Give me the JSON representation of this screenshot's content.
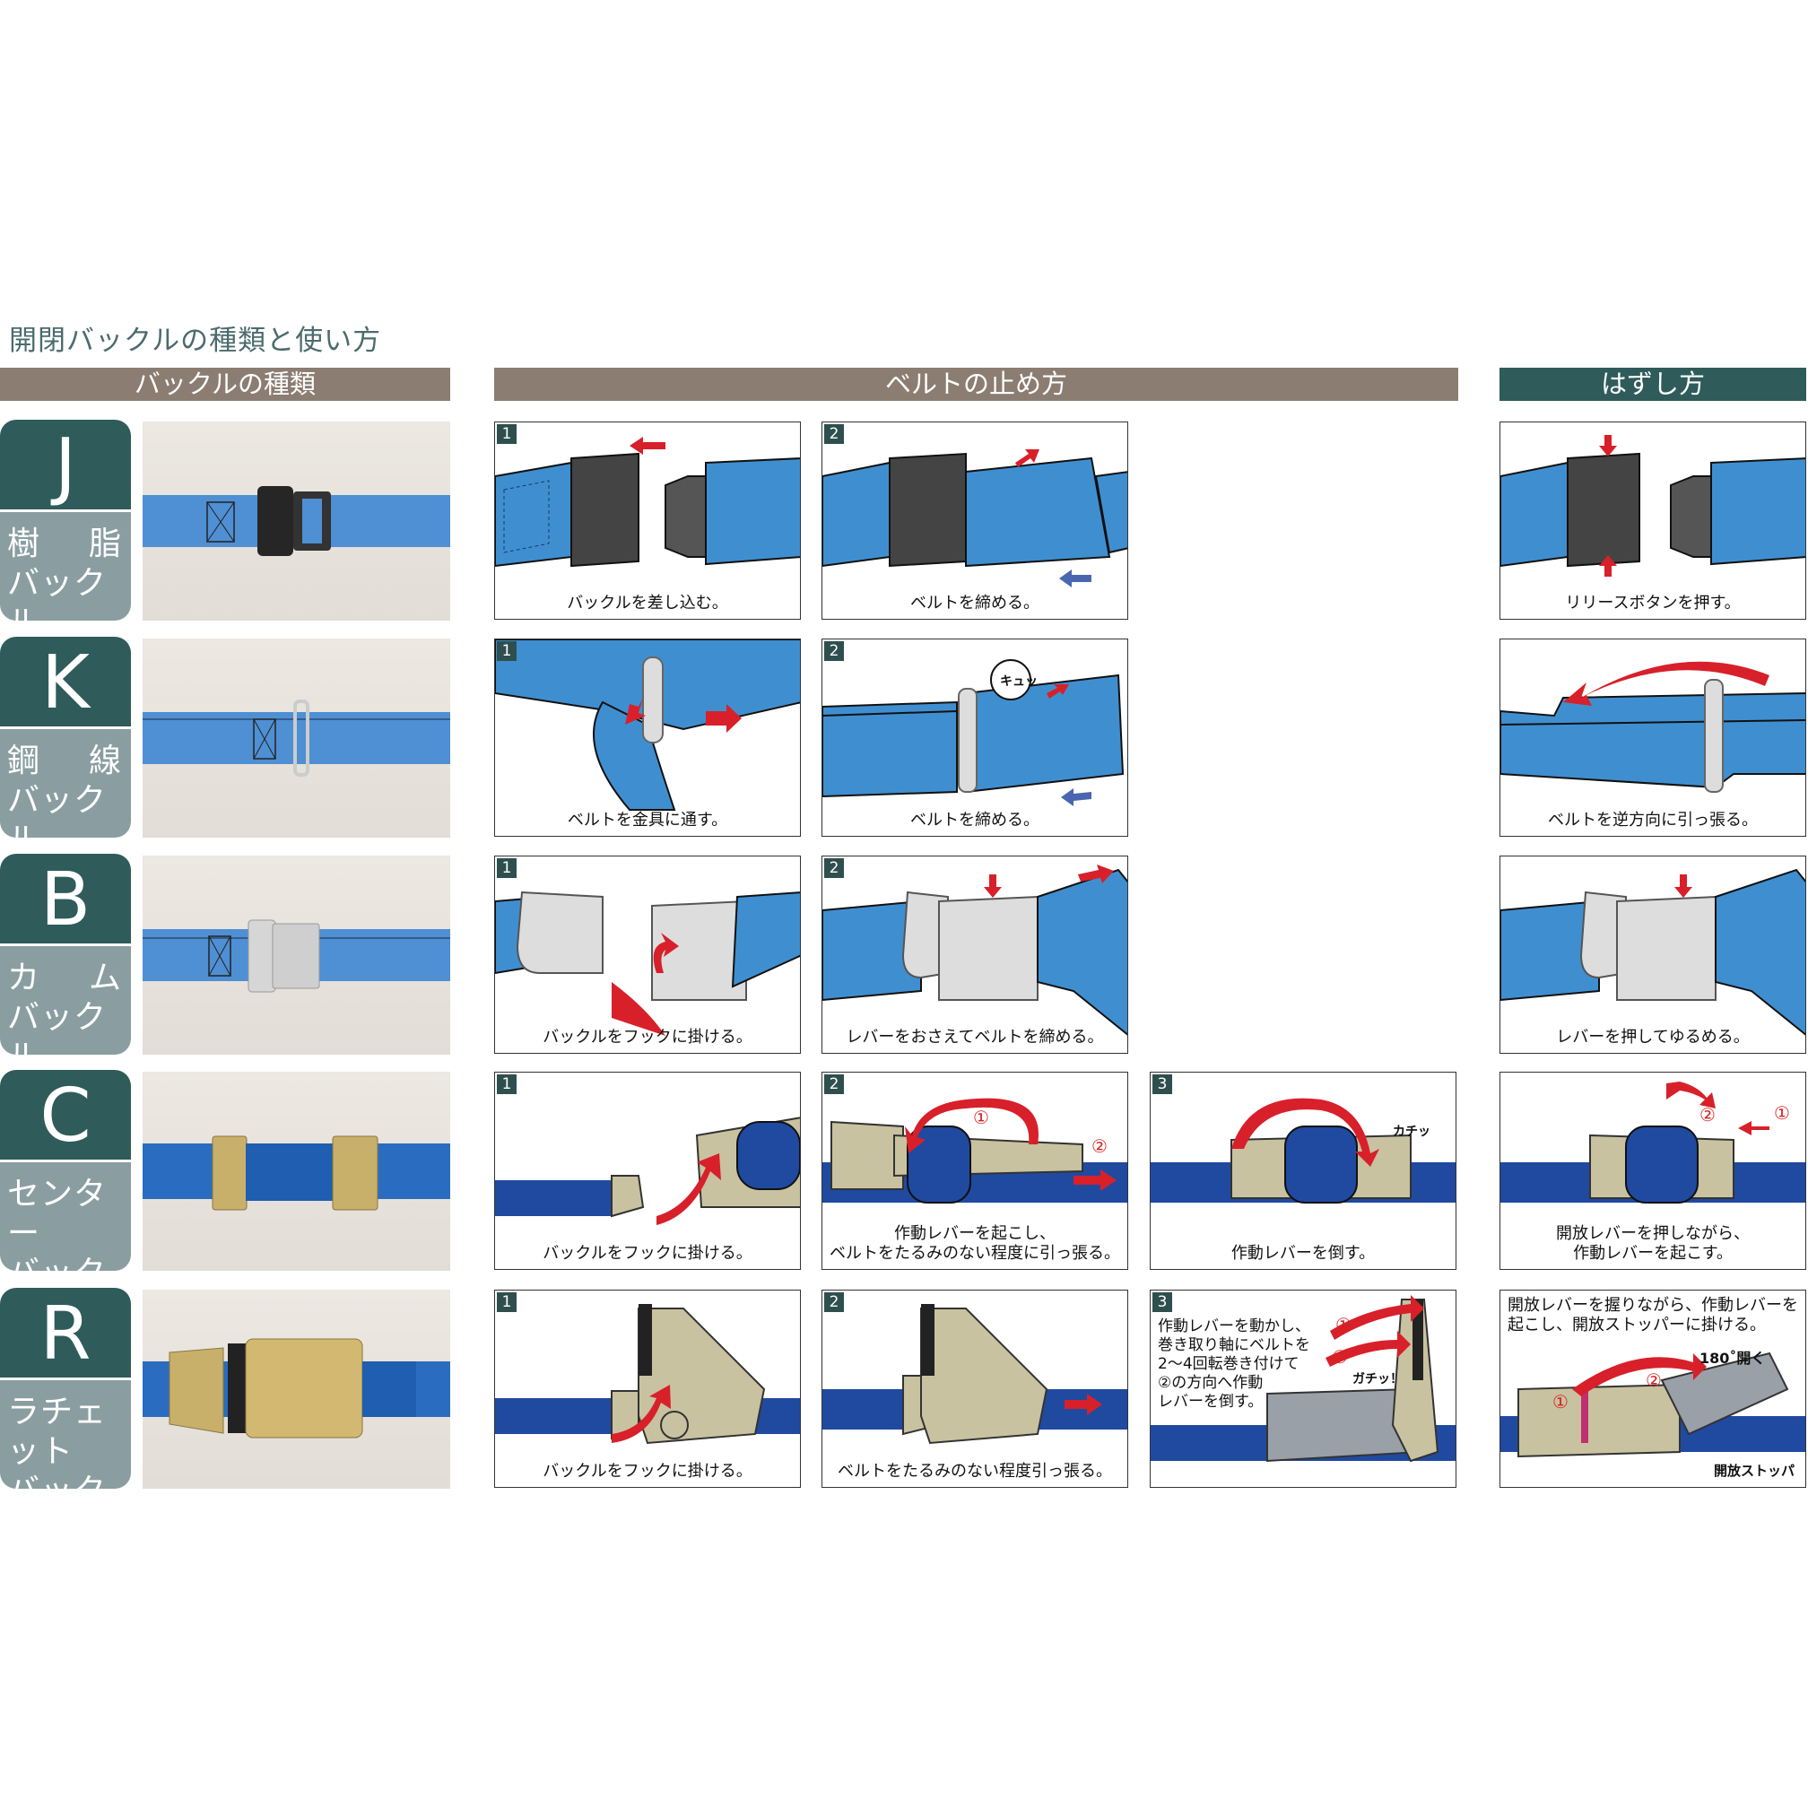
{
  "title": "開閉バックルの種類と使い方",
  "headers": {
    "types": "バックルの種類",
    "fasten": "ベルトの止め方",
    "release": "はずし方"
  },
  "rows": [
    {
      "letter": "J",
      "kind_line1": [
        "樹",
        "脂"
      ],
      "kind_line2": "バックル",
      "steps": [
        {
          "num": "1",
          "caption": "バックルを差し込む。"
        },
        {
          "num": "2",
          "caption": "ベルトを締める。"
        }
      ],
      "release": "リリースボタンを押す。"
    },
    {
      "letter": "K",
      "kind_line1": [
        "鋼",
        "線"
      ],
      "kind_line2": "バックル",
      "steps": [
        {
          "num": "1",
          "caption": "ベルトを金具に通す。"
        },
        {
          "num": "2",
          "caption": "ベルトを締める。"
        }
      ],
      "release": "ベルトを逆方向に引っ張る。",
      "callout": "キュッ"
    },
    {
      "letter": "B",
      "kind_line1": [
        "カ",
        "ム"
      ],
      "kind_line2": "バックル",
      "steps": [
        {
          "num": "1",
          "caption": "バックルをフックに掛ける。"
        },
        {
          "num": "2",
          "caption": "レバーをおさえてベルトを締める。"
        }
      ],
      "release": "レバーを押してゆるめる。"
    },
    {
      "letter": "C",
      "kind_line1": [
        "センター"
      ],
      "kind_line2": "バックル",
      "steps": [
        {
          "num": "1",
          "caption": "バックルをフックに掛ける。"
        },
        {
          "num": "2",
          "caption": "作動レバーを起こし、\nベルトをたるみのない程度に引っ張る。"
        },
        {
          "num": "3",
          "caption": "作動レバーを倒す。"
        }
      ],
      "release": "開放レバーを押しながら、\n作動レバーを起こす。",
      "callouts": {
        "click": "カチッ",
        "n1": "①",
        "n2": "②"
      }
    },
    {
      "letter": "R",
      "kind_line1": [
        "ラチェット"
      ],
      "kind_line2": "バックル",
      "steps": [
        {
          "num": "1",
          "caption": "バックルをフックに掛ける。"
        },
        {
          "num": "2",
          "caption": "ベルトをたるみのない程度引っ張る。"
        },
        {
          "num": "3",
          "caption": "作動レバーを動かし、\n巻き取り軸にベルトを\n2～4回転巻き付けて\n②の方向へ作動\nレバーを倒す。"
        }
      ],
      "release": "開放レバーを握りながら、作動レバーを\n起こし、開放ストッパーに掛ける。",
      "callouts": {
        "click": "ガチッ！",
        "open": "180˚開く",
        "stopper": "開放ストッパー",
        "n1": "①",
        "n2": "②"
      }
    }
  ],
  "colors": {
    "belt": "#3f8fd0",
    "belt_dark": "#1f4aa0",
    "arrow": "#d8202a",
    "blue_arrow": "#4a66b0",
    "metal": "#c8c2a0",
    "header_brown": "#8c7d72",
    "header_teal": "#2f5b5b"
  }
}
